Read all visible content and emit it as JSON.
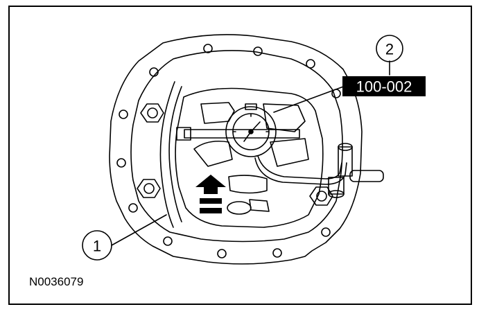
{
  "callouts": [
    {
      "number": "1"
    },
    {
      "number": "2"
    }
  ],
  "tool_label": "100-002",
  "figure_id": "N0036079",
  "colors": {
    "line": "#000000",
    "background": "#ffffff",
    "label_fill": "#000000",
    "label_text": "#ffffff"
  }
}
